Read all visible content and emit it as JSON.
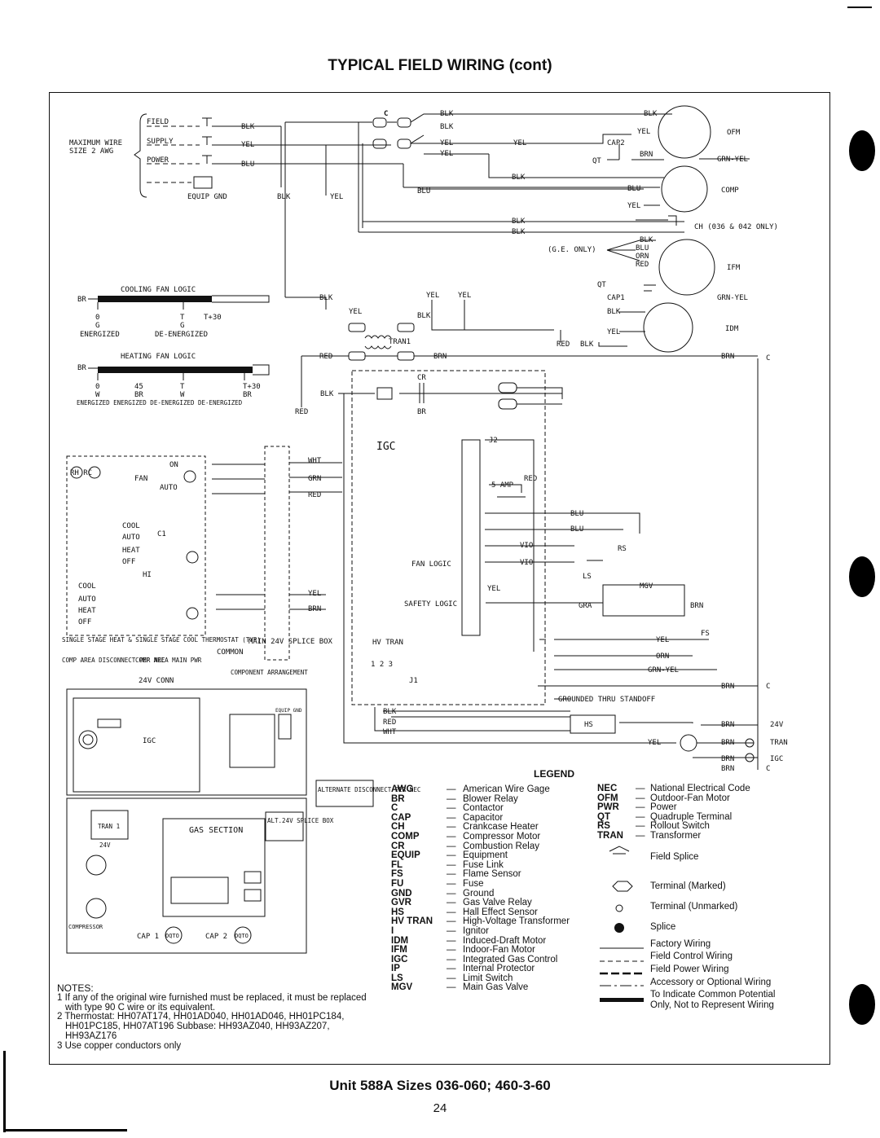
{
  "page": {
    "title": "TYPICAL FIELD WIRING (cont)",
    "footer": "Unit 588A Sizes 036-060; 460-3-60",
    "page_number": "24"
  },
  "diagram": {
    "field_supply": {
      "field": "FIELD",
      "supply": "SUPPLY",
      "power": "POWER",
      "max_wire_1": "MAXIMUM WIRE",
      "max_wire_2": "SIZE 2 AWG",
      "equip_gnd": "EQUIP GND"
    },
    "wire_colors": {
      "blk": "BLK",
      "yel": "YEL",
      "blu": "BLU",
      "red": "RED",
      "brn": "BRN",
      "wht": "WHT",
      "grn": "GRN",
      "vio": "VIO",
      "orn": "ORN",
      "grn_yel": "GRN-YEL",
      "blu_short": "BLU"
    },
    "components": {
      "c": "C",
      "ofm": "OFM",
      "comp": "COMP",
      "cap2": "CAP2",
      "qt": "QT",
      "ch": "CH (036 & 042 ONLY)",
      "ge_only": "(G.E. ONLY)",
      "ifm": "IFM",
      "idm": "IDM",
      "cap1": "CAP1",
      "tran1": "TRAN1",
      "cr": "CR",
      "br": "BR",
      "igc": "IGC",
      "j2": "J2",
      "j1": "J1",
      "five_amp": "5 AMP",
      "rs": "RS",
      "ls": "LS",
      "mgv": "MGV",
      "gra": "GRA",
      "fs": "FS",
      "hs": "HS",
      "grounded": "GROUNDED THRU STANDOFF",
      "v24": "24V",
      "tran": "TRAN",
      "hv_tran": "HV TRAN",
      "fan_logic": "FAN LOGIC",
      "safety_logic": "SAFETY LOGIC",
      "t123": "1 2 3"
    },
    "fan_logic": {
      "cooling_title": "COOLING FAN LOGIC",
      "heating_title": "HEATING FAN LOGIC",
      "br": "BR",
      "cool_ticks": [
        "0",
        "T",
        "T+30"
      ],
      "cool_states": [
        "G",
        "G"
      ],
      "cool_labels": [
        "ENERGIZED",
        "DE-ENERGIZED"
      ],
      "heat_ticks": [
        "0",
        "45",
        "T",
        "T+30"
      ],
      "heat_states": [
        "W",
        "BR",
        "W",
        "BR"
      ],
      "heat_labels": "ENERGIZED ENERGIZED DE-ENERGIZED DE-ENERGIZED"
    },
    "thermostat": {
      "rh_rc": "RH RC",
      "fan": "FAN",
      "on": "ON",
      "auto": "AUTO",
      "cool": "COOL",
      "auto2": "AUTO",
      "heat": "HEAT",
      "off": "OFF",
      "c1": "C1",
      "hi": "HI",
      "cool2": "COOL",
      "auto3": "AUTO",
      "heat2": "HEAT",
      "off2": "OFF",
      "caption": "SINGLE STAGE HEAT & SINGLE STAGE COOL THERMOSTAT (TYP)",
      "main_24v": "MAIN 24V SPLICE BOX",
      "common": "COMMON",
      "component": "COMPONENT ARRANGEMENT",
      "comp_area": "COMP AREA DISCONNECT PER NEC",
      "comp_area2": "COMP AREA MAIN PWR",
      "v24_conn": "24V CONN"
    },
    "arrangement": {
      "igc": "IGC",
      "equip_gnd": "EQUIP GND",
      "alternate": "ALTERNATE DISCONNECT PER NEC",
      "tran1": "TRAN 1",
      "v24": "24V",
      "gas_section": "GAS SECTION",
      "alt24": "ALT.24V SPLICE BOX",
      "compressor": "COMPRESSOR",
      "cap1": "CAP 1",
      "cap2": "CAP 2",
      "oqto": "OQTO"
    }
  },
  "legend": {
    "title": "LEGEND",
    "col1": [
      [
        "AWG",
        "American Wire Gage"
      ],
      [
        "BR",
        "Blower Relay"
      ],
      [
        "C",
        "Contactor"
      ],
      [
        "CAP",
        "Capacitor"
      ],
      [
        "CH",
        "Crankcase Heater"
      ],
      [
        "COMP",
        "Compressor Motor"
      ],
      [
        "CR",
        "Combustion Relay"
      ],
      [
        "EQUIP",
        "Equipment"
      ],
      [
        "FL",
        "Fuse Link"
      ],
      [
        "FS",
        "Flame Sensor"
      ],
      [
        "FU",
        "Fuse"
      ],
      [
        "GND",
        "Ground"
      ],
      [
        "GVR",
        "Gas Valve Relay"
      ],
      [
        "HS",
        "Hall Effect Sensor"
      ],
      [
        "HV TRAN",
        "High-Voltage Transformer"
      ],
      [
        "I",
        "Ignitor"
      ],
      [
        "IDM",
        "Induced-Draft Motor"
      ],
      [
        "IFM",
        "Indoor-Fan Motor"
      ],
      [
        "IGC",
        "Integrated Gas Control"
      ],
      [
        "IP",
        "Internal Protector"
      ],
      [
        "LS",
        "Limit Switch"
      ],
      [
        "MGV",
        "Main Gas Valve"
      ]
    ],
    "col2": [
      [
        "NEC",
        "National Electrical Code"
      ],
      [
        "OFM",
        "Outdoor-Fan Motor"
      ],
      [
        "PWR",
        "Power"
      ],
      [
        "QT",
        "Quadruple Terminal"
      ],
      [
        "RS",
        "Rollout Switch"
      ],
      [
        "TRAN",
        "Transformer"
      ]
    ],
    "symbols": {
      "field_splice": "Field Splice",
      "terminal_marked": "Terminal (Marked)",
      "terminal_unmarked": "Terminal (Unmarked)",
      "splice": "Splice",
      "factory": "Factory Wiring",
      "field_control": "Field Control Wiring",
      "field_power": "Field Power Wiring",
      "accessory": "Accessory or Optional Wiring",
      "common_1": "To Indicate Common Potential",
      "common_2": "Only, Not to Represent Wiring"
    }
  },
  "notes": {
    "title": "NOTES:",
    "items": [
      "1 If any of the original wire furnished must be replaced, it must be replaced with type 90 C wire or its equivalent.",
      "2 Thermostat: HH07AT174, HH01AD040, HH01AD046, HH01PC184, HH01PC185, HH07AT196 Subbase: HH93AZ040, HH93AZ207, HH93AZ176",
      "3 Use copper conductors only"
    ]
  }
}
